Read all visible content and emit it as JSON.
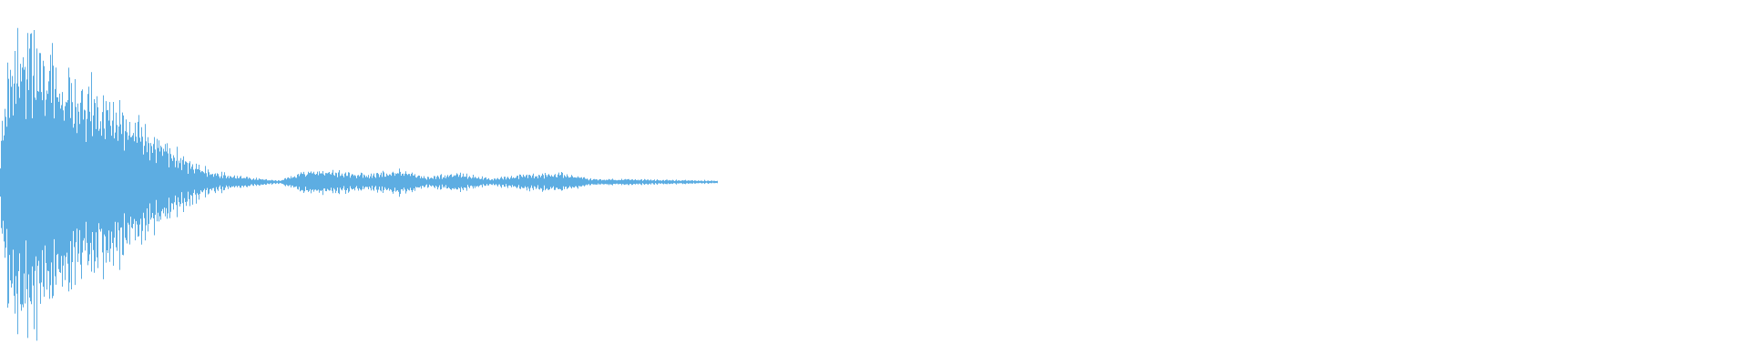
{
  "waveform": {
    "color": "#5dade2",
    "background": "#ffffff",
    "visible_fraction": 0.41,
    "envelope": [
      {
        "t": 0.0,
        "a": 0.22
      },
      {
        "t": 0.004,
        "a": 0.78
      },
      {
        "t": 0.01,
        "a": 0.96
      },
      {
        "t": 0.018,
        "a": 0.92
      },
      {
        "t": 0.03,
        "a": 0.78
      },
      {
        "t": 0.045,
        "a": 0.64
      },
      {
        "t": 0.06,
        "a": 0.54
      },
      {
        "t": 0.075,
        "a": 0.44
      },
      {
        "t": 0.09,
        "a": 0.3
      },
      {
        "t": 0.105,
        "a": 0.16
      },
      {
        "t": 0.118,
        "a": 0.08
      },
      {
        "t": 0.13,
        "a": 0.05
      },
      {
        "t": 0.15,
        "a": 0.02
      },
      {
        "t": 0.16,
        "a": 0.01
      },
      {
        "t": 0.175,
        "a": 0.08
      },
      {
        "t": 0.19,
        "a": 0.07
      },
      {
        "t": 0.21,
        "a": 0.05
      },
      {
        "t": 0.23,
        "a": 0.08
      },
      {
        "t": 0.245,
        "a": 0.03
      },
      {
        "t": 0.262,
        "a": 0.06
      },
      {
        "t": 0.28,
        "a": 0.02
      },
      {
        "t": 0.3,
        "a": 0.05
      },
      {
        "t": 0.32,
        "a": 0.06
      },
      {
        "t": 0.34,
        "a": 0.02
      },
      {
        "t": 0.36,
        "a": 0.02
      },
      {
        "t": 0.38,
        "a": 0.015
      },
      {
        "t": 0.41,
        "a": 0.01
      }
    ]
  }
}
